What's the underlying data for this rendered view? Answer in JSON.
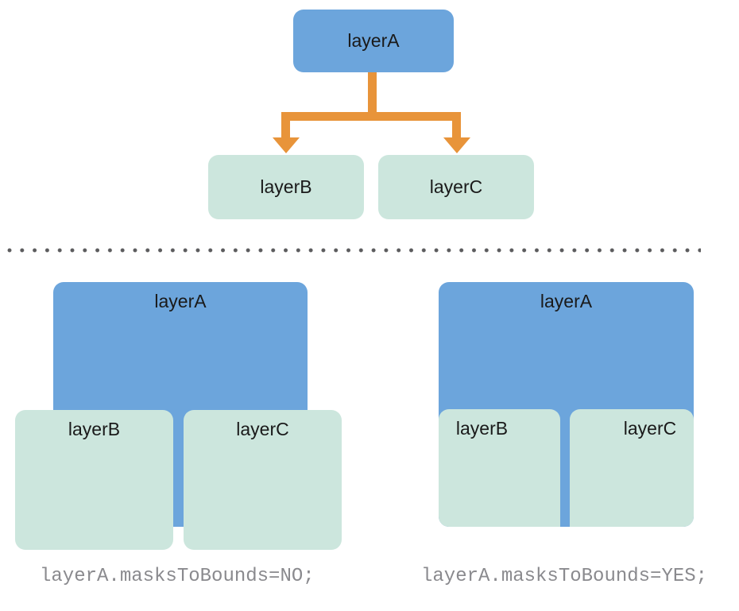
{
  "tree": {
    "layer_a": "layerA",
    "layer_b": "layerB",
    "layer_c": "layerC"
  },
  "no_example": {
    "layer_a": "layerA",
    "layer_b": "layerB",
    "layer_c": "layerC",
    "caption": "layerA.masksToBounds=NO;"
  },
  "yes_example": {
    "layer_a": "layerA",
    "layer_b": "layerB",
    "layer_c": "layerC",
    "caption": "layerA.masksToBounds=YES;"
  },
  "colors": {
    "parent_blue": "#6CA5DC",
    "child_green": "#CCE6DD",
    "arrow_orange": "#E8943A",
    "label_text": "#1A1A1A",
    "caption_gray": "#8A8A8E",
    "dot_gray": "#5C5C5E"
  }
}
